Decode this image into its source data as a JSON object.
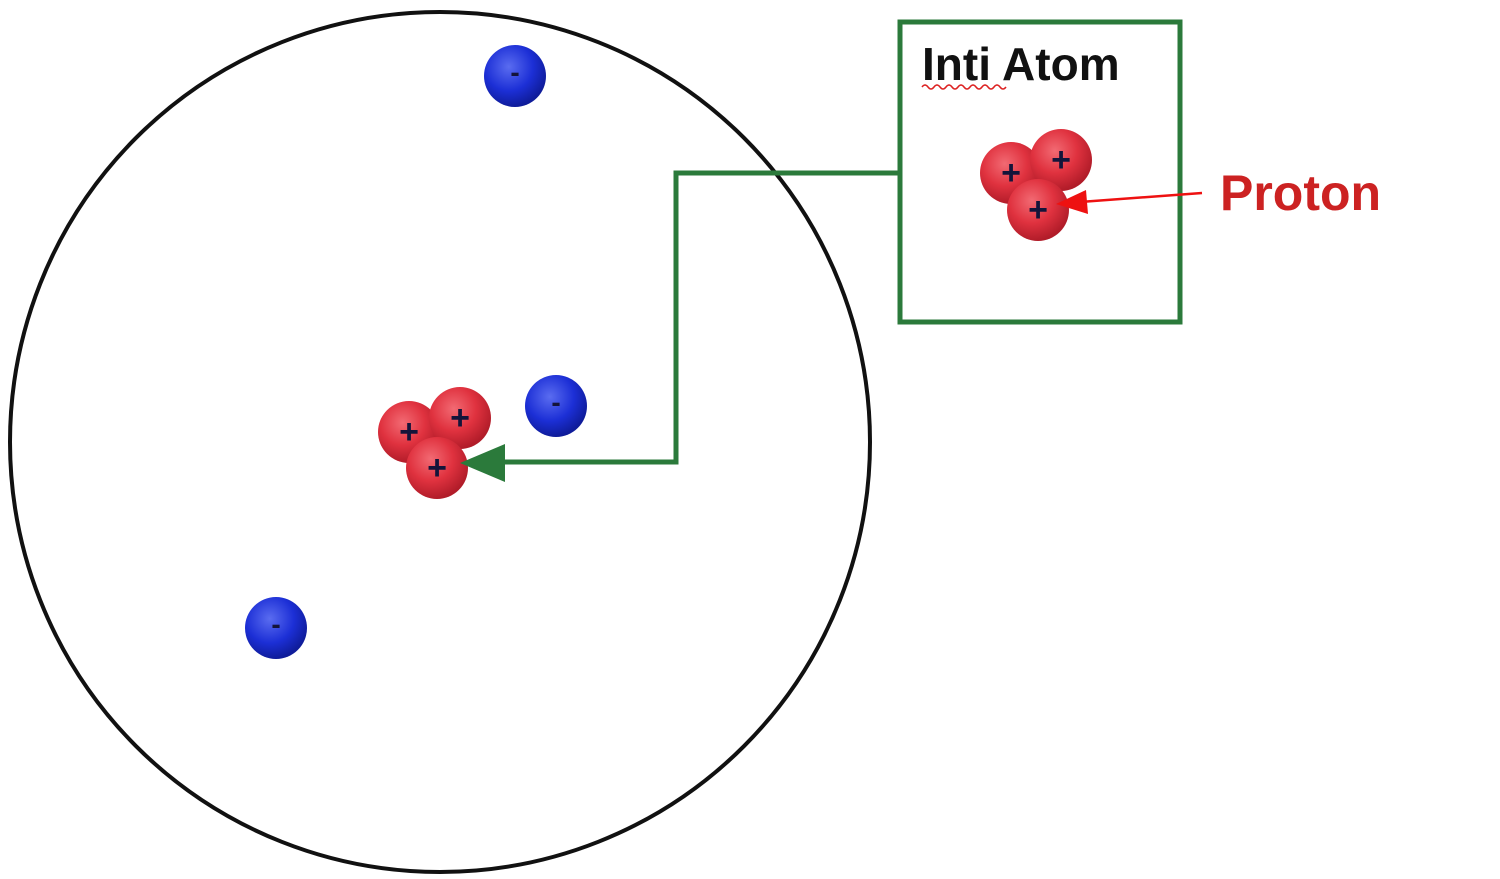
{
  "labels": {
    "inset_title": "Inti Atom",
    "proton": "Proton"
  },
  "particles": {
    "proton_sign": "+",
    "electron_sign": "-",
    "electron_count": 3,
    "proton_count": 3
  },
  "colors": {
    "atom_outline": "#111111",
    "callout": "#2b7a3b",
    "proton_fill": "#e0323f",
    "proton_label": "#cc2222",
    "proton_pointer": "#ee1111",
    "electron_fill": "#1c2fd6",
    "spellcheck_underline": "#dd2222"
  }
}
